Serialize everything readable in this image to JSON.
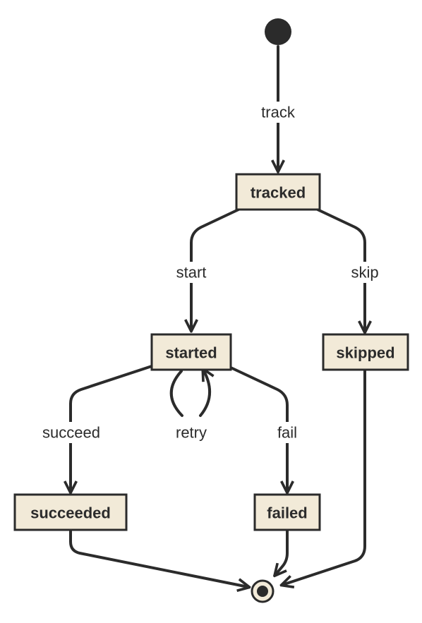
{
  "diagram": {
    "kind": "state-machine",
    "colors": {
      "stroke": "#2b2b2b",
      "state_fill": "#f2ead8",
      "background": "#ffffff"
    },
    "initial": "start-node",
    "final": "end-node",
    "states": [
      {
        "id": "tracked",
        "label": "tracked"
      },
      {
        "id": "started",
        "label": "started"
      },
      {
        "id": "skipped",
        "label": "skipped"
      },
      {
        "id": "succeeded",
        "label": "succeeded"
      },
      {
        "id": "failed",
        "label": "failed"
      }
    ],
    "transitions": [
      {
        "id": "track",
        "from": "start-node",
        "to": "tracked",
        "label": "track"
      },
      {
        "id": "start",
        "from": "tracked",
        "to": "started",
        "label": "start"
      },
      {
        "id": "skip",
        "from": "tracked",
        "to": "skipped",
        "label": "skip"
      },
      {
        "id": "succeed",
        "from": "started",
        "to": "succeeded",
        "label": "succeed"
      },
      {
        "id": "retry",
        "from": "started",
        "to": "started",
        "label": "retry"
      },
      {
        "id": "fail",
        "from": "started",
        "to": "failed",
        "label": "fail"
      },
      {
        "id": "succeeded-end",
        "from": "succeeded",
        "to": "end-node",
        "label": ""
      },
      {
        "id": "failed-end",
        "from": "failed",
        "to": "end-node",
        "label": ""
      },
      {
        "id": "skipped-end",
        "from": "skipped",
        "to": "end-node",
        "label": ""
      }
    ]
  }
}
